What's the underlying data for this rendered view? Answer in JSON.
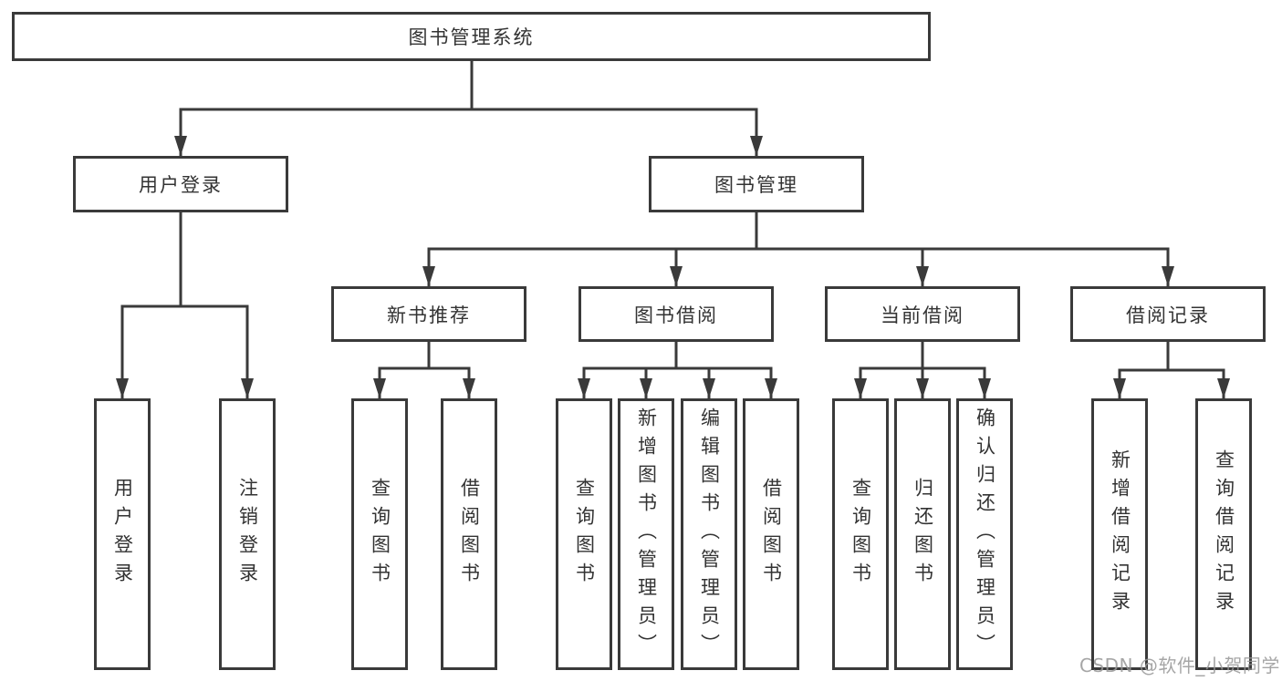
{
  "tree": {
    "root": {
      "label": "图书管理系统",
      "children": [
        {
          "label": "用户登录",
          "children": [
            {
              "label": "用户登录"
            },
            {
              "label": "注销登录"
            }
          ]
        },
        {
          "label": "图书管理",
          "children": [
            {
              "label": "新书推荐",
              "children": [
                {
                  "label": "查询图书"
                },
                {
                  "label": "借阅图书"
                }
              ]
            },
            {
              "label": "图书借阅",
              "children": [
                {
                  "label": "查询图书"
                },
                {
                  "label": "新增图书（管理员）"
                },
                {
                  "label": "编辑图书（管理员）"
                },
                {
                  "label": "借阅图书"
                }
              ]
            },
            {
              "label": "当前借阅",
              "children": [
                {
                  "label": "查询图书"
                },
                {
                  "label": "归还图书"
                },
                {
                  "label": "确认归还（管理员）"
                }
              ]
            },
            {
              "label": "借阅记录",
              "children": [
                {
                  "label": "新增借阅记录"
                },
                {
                  "label": "查询借阅记录"
                }
              ]
            }
          ]
        }
      ]
    }
  },
  "watermark": {
    "text": "CSDN @软件_小贺同学"
  },
  "colors": {
    "line": "#3a3a3a",
    "text": "#333333",
    "background": "#ffffff",
    "watermark": "#969696"
  }
}
